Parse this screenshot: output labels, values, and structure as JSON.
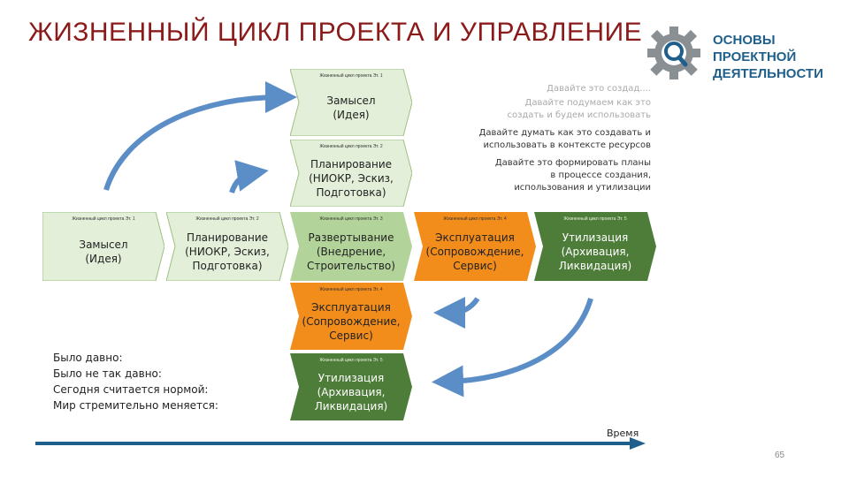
{
  "title": "ЖИЗНЕННЫЙ ЦИКЛ ПРОЕКТА И УПРАВЛЕНИЕ",
  "logo": {
    "line1": "ОСНОВЫ",
    "line2": "ПРОЕКТНОЙ",
    "line3": "ДЕЯТЕЛЬНОСТИ",
    "icon": "gear-magnifier-icon",
    "color": "#1f5f8b"
  },
  "phases": {
    "row": [
      {
        "small": "Жизненный цикл проекта Эт. 1",
        "lines": [
          "Замысел",
          "(Идея)"
        ],
        "color": "#e3efd9"
      },
      {
        "small": "Жизненный цикл проекта Эт. 2",
        "lines": [
          "Планирование",
          "(НИОКР, Эскиз,",
          "Подготовка)"
        ],
        "color": "#e3efd9"
      },
      {
        "small": "Жизненный цикл проекта Эт. 3",
        "lines": [
          "Развертывание",
          "(Внедрение,",
          "Строительство)"
        ],
        "color": "#b2d49a"
      },
      {
        "small": "Жизненный цикл проекта Эт. 4",
        "lines": [
          "Эксплуатация",
          "(Сопровождение,",
          "Сервис)"
        ],
        "color": "#f28c1b"
      },
      {
        "small": "Жизненный цикл проекта Эт. 5",
        "lines": [
          "Утилизация",
          "(Архивация,",
          "Ликвидация)"
        ],
        "color": "#4e7d3a"
      }
    ],
    "column": [
      {
        "small": "Жизненный цикл проекта Эт. 1",
        "lines": [
          "Замысел",
          "(Идея)"
        ],
        "color": "#e3efd9"
      },
      {
        "small": "Жизненный цикл проекта Эт. 2",
        "lines": [
          "Планирование",
          "(НИОКР, Эскиз,",
          "Подготовка)"
        ],
        "color": "#e3efd9"
      },
      {
        "small": "Жизненный цикл проекта Эт. 4",
        "lines": [
          "Эксплуатация",
          "(Сопровождение,",
          "Сервис)"
        ],
        "color": "#f28c1b"
      },
      {
        "small": "Жизненный цикл проекта Эт. 5",
        "lines": [
          "Утилизация",
          "(Архивация,",
          "Ликвидация)"
        ],
        "color": "#4e7d3a"
      }
    ]
  },
  "notes": {
    "note1": "Давайте это создад....",
    "note2a": "Давайте подумаем как это",
    "note2b": "создать и будем использовать",
    "note3a": "Давайте думать как это создавать и",
    "note3b": "использовать в контексте ресурсов",
    "note4a": "Давайте это формировать планы",
    "note4b": "в процессе создания,",
    "note4c": "использования и утилизации"
  },
  "left_notes": [
    "Было давно:",
    "Было не так давно:",
    "Сегодня считается нормой:",
    "Мир стремительно меняется:"
  ],
  "time_label": "Время",
  "page_number": "65",
  "colors": {
    "arrow": "#5b8ec7",
    "timeline": "#1f5f8b",
    "title": "#8b1a1a"
  }
}
